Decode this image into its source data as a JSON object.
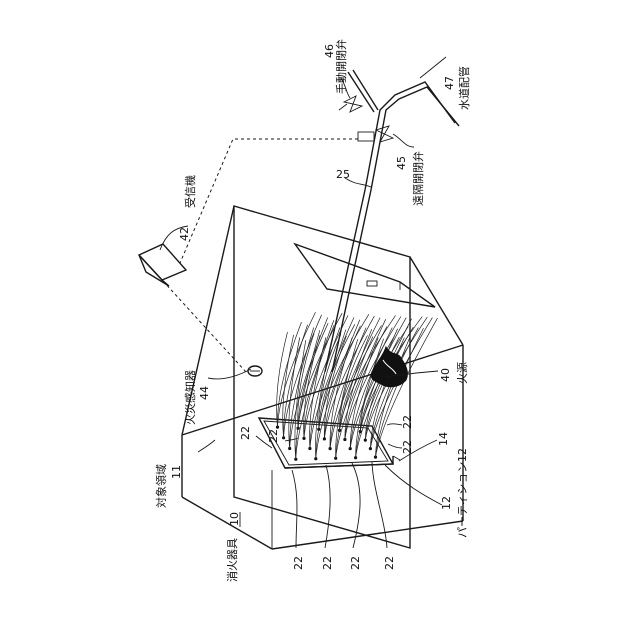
{
  "labels": {
    "pipe_25": "25",
    "manual_valve_num": "46",
    "manual_valve": "手動開閉弁",
    "remote_valve_num": "45",
    "remote_valve": "遠隔開閉弁",
    "water_pipe_num": "47",
    "water_pipe": "水道配管",
    "receiver_num": "42",
    "receiver": "受信機",
    "detector_num": "44",
    "detector": "火災感知器",
    "target_area_num": "11",
    "target_area": "対象領域",
    "extinguisher_num": "10",
    "extinguisher": "消火器具",
    "fire_source_num": "40",
    "fire_source": "火源",
    "partition_num": "12",
    "partition": "パーティション",
    "frame_num": "14",
    "nozzle": "22"
  }
}
